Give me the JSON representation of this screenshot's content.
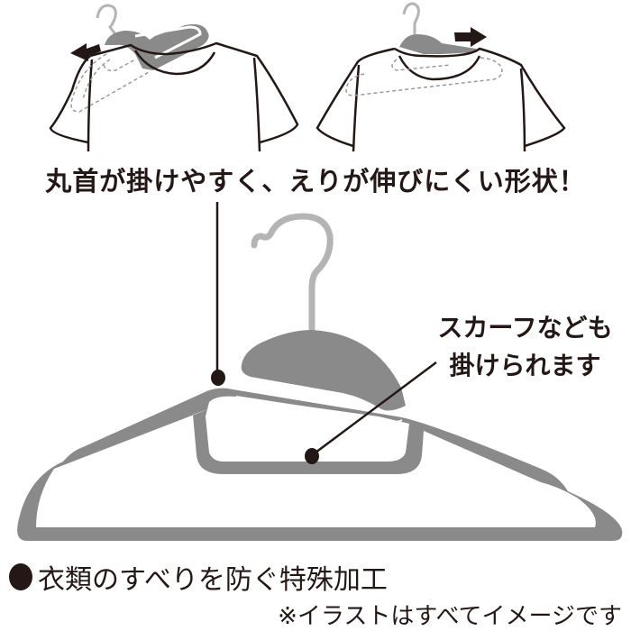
{
  "headline": "丸首が掛けやすく、えりが伸びにくい形状！",
  "callout": {
    "line1": "スカーフなども",
    "line2": "掛けられます"
  },
  "feature": {
    "bullet": "●",
    "text": "衣類のすべりを防ぐ特殊加工"
  },
  "note": "※イラストはすべてイメージです",
  "colors": {
    "hanger": "#8a8a8a",
    "hook": "#b4b4b4",
    "ink": "#231815",
    "background": "#ffffff"
  },
  "icons": {
    "left_arrow": "arrow-left-icon",
    "right_arrow": "arrow-right-icon"
  }
}
